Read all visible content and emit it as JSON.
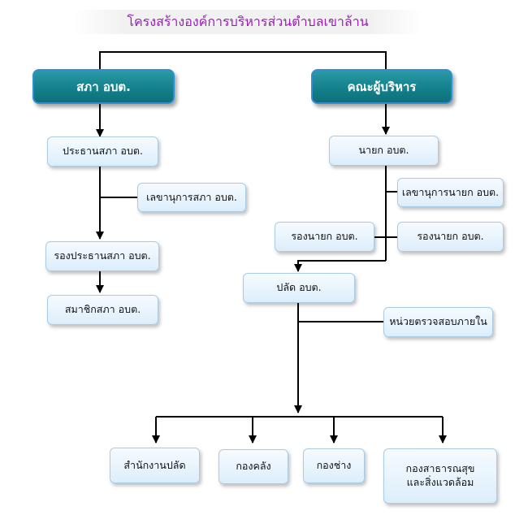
{
  "title": "โครงสร้างองค์การบริหารส่วนตำบลเขาล้าน",
  "council": {
    "head": "สภา อบต.",
    "chair": "ประธานสภา อบต.",
    "secretary": "เลขานุการสภา อบต.",
    "vice_chair": "รองประธานสภา อบต.",
    "member": "สมาชิกสภา อบต."
  },
  "executive": {
    "head": "คณะผู้บริหาร",
    "mayor": "นายก อบต.",
    "mayor_secretary": "เลขานุการนายก อบต.",
    "deputy_1": "รองนายก อบต.",
    "deputy_2": "รองนายก อบต."
  },
  "administration": {
    "clerk": "ปลัด อบต.",
    "internal_audit": "หน่วยตรวจสอบภายใน",
    "departments": [
      "สำนักงานปลัด",
      "กองคลัง",
      "กองช่าง",
      "กองสาธารณสุข",
      "และสิ่งแวดล้อม"
    ]
  },
  "colors": {
    "title": "#9b1fb5",
    "head_fill": "#127f8a",
    "box_fill": "#dceefb",
    "line": "#000000"
  }
}
